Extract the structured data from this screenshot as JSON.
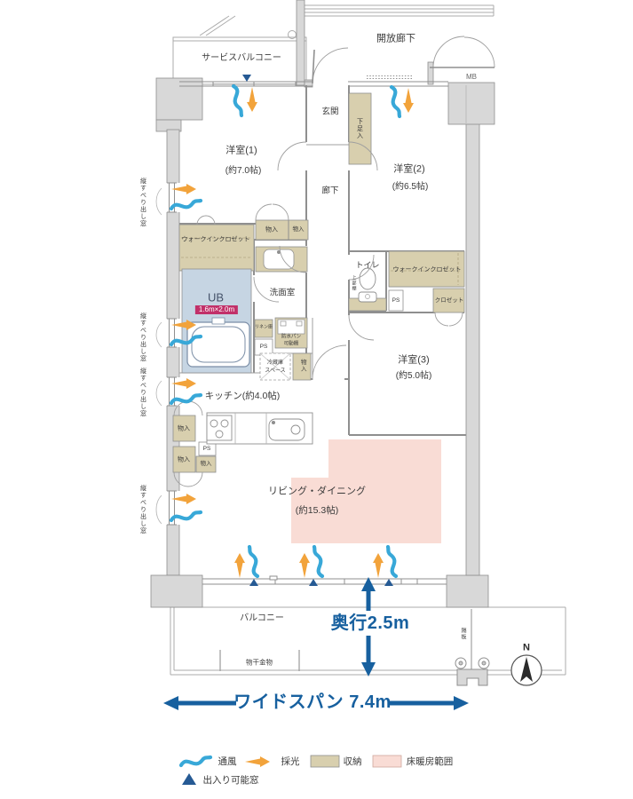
{
  "plan": {
    "outdoor": {
      "service_balcony": "サービスバルコニー",
      "open_corridor": "開放廊下",
      "meter_box": "MB",
      "balcony": "バルコニー",
      "laundry_hardware": "物干金物",
      "partition_board": "隔板"
    },
    "rooms": {
      "genkan": "玄関",
      "shoe_cabinet": "下足入",
      "hallway": "廊下",
      "room1_name": "洋室(1)",
      "room1_size": "(約7.0帖)",
      "room2_name": "洋室(2)",
      "room2_size": "(約6.5帖)",
      "room3_name": "洋室(3)",
      "room3_size": "(約5.0帖)",
      "living_name": "リビング・ダイニング",
      "living_size": "(約15.3帖)",
      "kitchen_name": "キッチン(約4.0帖)",
      "washroom": "洗面室",
      "toilet": "トイレ",
      "toilet_shelf": "上部棚",
      "ub_name": "UB",
      "ub_size": "1.6m×2.0m"
    },
    "storage": {
      "wic": "ウォークインクロゼット",
      "closet": "クロゼット",
      "mono_iri": "物入",
      "ps": "PS",
      "linen": "リネン庫",
      "waterproof_line1": "防水パン",
      "waterproof_line2": "可動棚",
      "fridge_line1": "冷蔵庫",
      "fridge_line2": "スペース"
    },
    "windows": {
      "casement": "縦すべり出し窓"
    },
    "dimensions": {
      "depth": "奥行2.5m",
      "span": "ワイドスパン 7.4m"
    },
    "compass": {
      "north": "N"
    },
    "legend": {
      "ventilation": "通風",
      "daylight": "採光",
      "storage": "収納",
      "floor_heating": "床暖房範囲",
      "entry_window": "出入り可能窓"
    },
    "colors": {
      "accent_blue": "#17609f",
      "ventilation_blue": "#38a8d8",
      "daylight_orange": "#f2a33b",
      "storage_beige": "#d8cfae",
      "floor_heating_pink": "#f9dcd5",
      "unit_bath_blue": "#c6d5e3",
      "wall_gray": "#d8d8d8",
      "ub_badge_magenta": "#c13069",
      "entry_triangle_navy": "#265a94"
    }
  }
}
